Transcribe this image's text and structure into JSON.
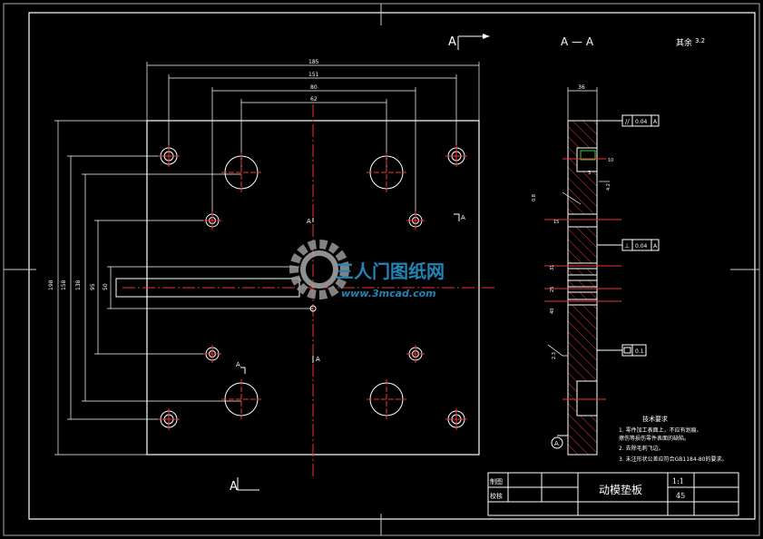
{
  "sheet": {
    "section_label_main": "A — A",
    "section_label_left": "A",
    "roughness_note": "其余",
    "roughness_value": "3.2"
  },
  "plan_view": {
    "dims_horizontal": [
      "185",
      "151",
      "80",
      "62"
    ],
    "dims_vertical": [
      "198",
      "158",
      "138",
      "95",
      "50"
    ],
    "section_marks": [
      "A",
      "A",
      "A",
      "A"
    ]
  },
  "side_view": {
    "width_dim": "36",
    "fcf_flatness": "0.04",
    "fcf_perpendicular": "0.04",
    "fcf_box": "0.1",
    "datum": "A",
    "dim_labels": [
      "10",
      "3",
      "15",
      "4.2",
      "31",
      "25",
      "40",
      "0.8",
      "2.3"
    ]
  },
  "tech_requirements": {
    "title": "技术要求",
    "lines": [
      "1. 零件加工表面上，不应有划痕、",
      "擦伤等损伤零件表面的缺陷。",
      "2. 去除毛刺飞边。",
      "3. 未注形状公差应符合GB1184-80的要求。"
    ]
  },
  "title_block": {
    "label_drawn": "制图",
    "label_checked": "校核",
    "part_name": "动模垫板",
    "scale": "1:1",
    "material": "45"
  },
  "watermark": {
    "brand": "三人门图纸网",
    "url": "www.3mcad.com"
  }
}
